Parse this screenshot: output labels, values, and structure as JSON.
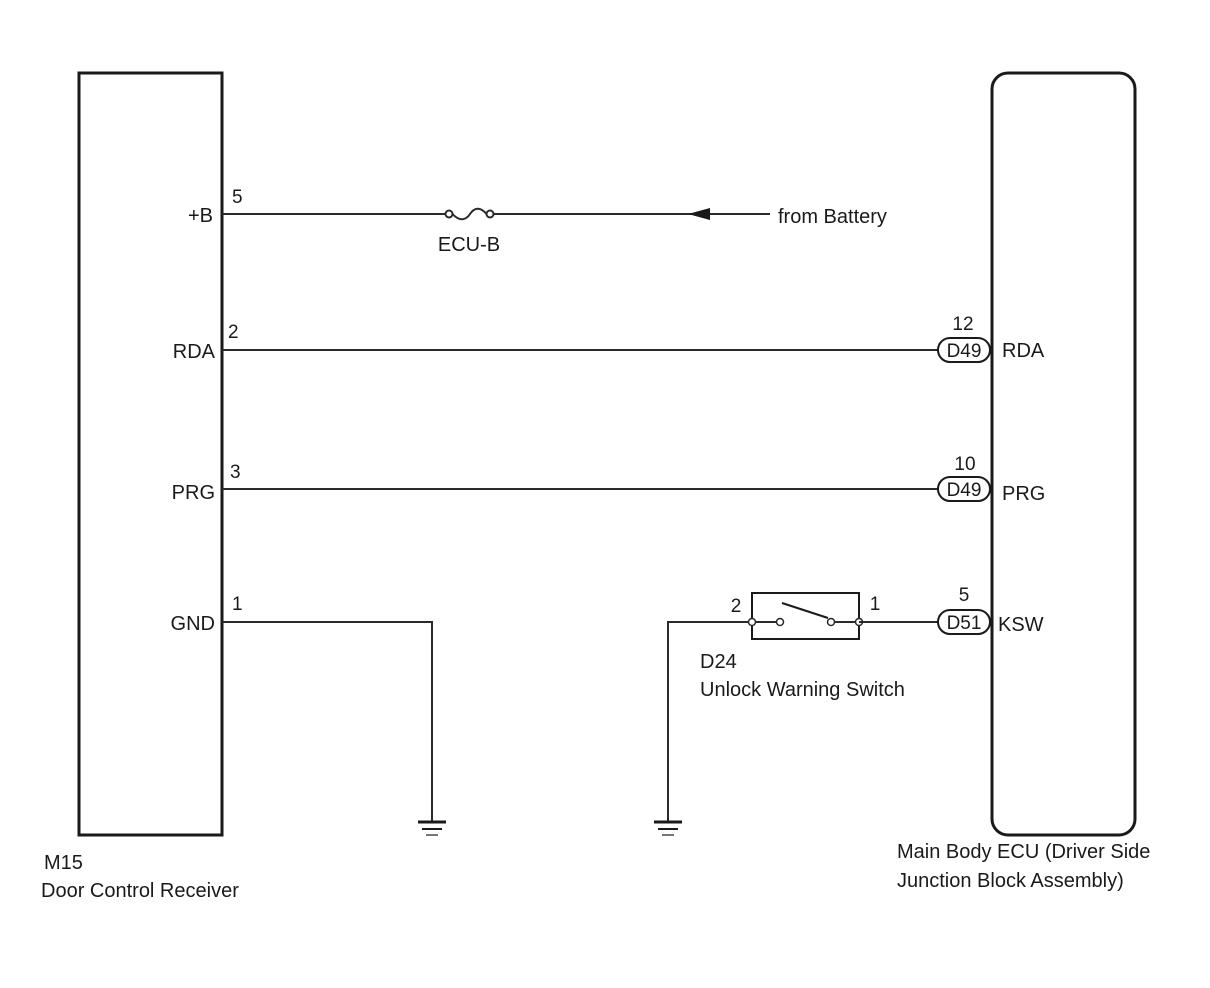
{
  "left_component": {
    "id": "M15",
    "name": "Door Control Receiver",
    "pins": [
      {
        "label": "+B",
        "number": "5"
      },
      {
        "label": "RDA",
        "number": "2"
      },
      {
        "label": "PRG",
        "number": "3"
      },
      {
        "label": "GND",
        "number": "1"
      }
    ]
  },
  "right_component": {
    "name_line1": "Main Body ECU (Driver Side",
    "name_line2": "Junction Block Assembly)",
    "pins": [
      {
        "label": "RDA",
        "number": "12",
        "connector": "D49"
      },
      {
        "label": "PRG",
        "number": "10",
        "connector": "D49"
      },
      {
        "label": "KSW",
        "number": "5",
        "connector": "D51"
      }
    ]
  },
  "fuse": {
    "label": "ECU-B"
  },
  "power_source": {
    "label": "from Battery"
  },
  "switch": {
    "id": "D24",
    "name": "Unlock Warning Switch",
    "pin_left": "2",
    "pin_right": "1"
  }
}
